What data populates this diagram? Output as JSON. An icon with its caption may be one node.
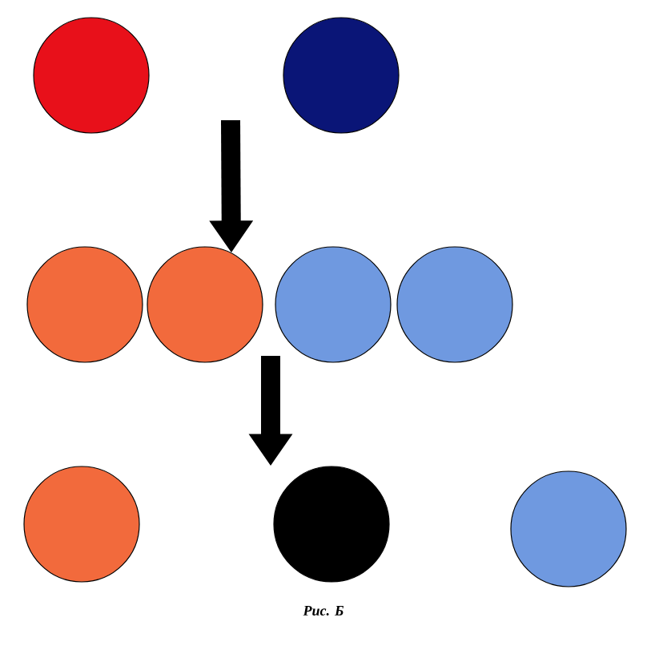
{
  "diagram": {
    "caption": "Рис. Б",
    "nodes": [
      {
        "text": [],
        "shape": "circle"
      },
      {
        "text": [],
        "shape": "circle"
      },
      {
        "text": [],
        "shape": "circle"
      },
      {
        "text": [],
        "shape": "circle"
      },
      {
        "text": [],
        "shape": "circle"
      },
      {
        "text": [],
        "shape": "circle"
      },
      {
        "text": [],
        "shape": "circle"
      },
      {
        "text": [],
        "shape": "circle"
      },
      {
        "text": [],
        "shape": "circle"
      }
    ],
    "edges": [
      {
        "from": null,
        "to": 3,
        "arrow": "to"
      },
      {
        "from": null,
        "to": 7,
        "arrow": "to"
      }
    ]
  }
}
